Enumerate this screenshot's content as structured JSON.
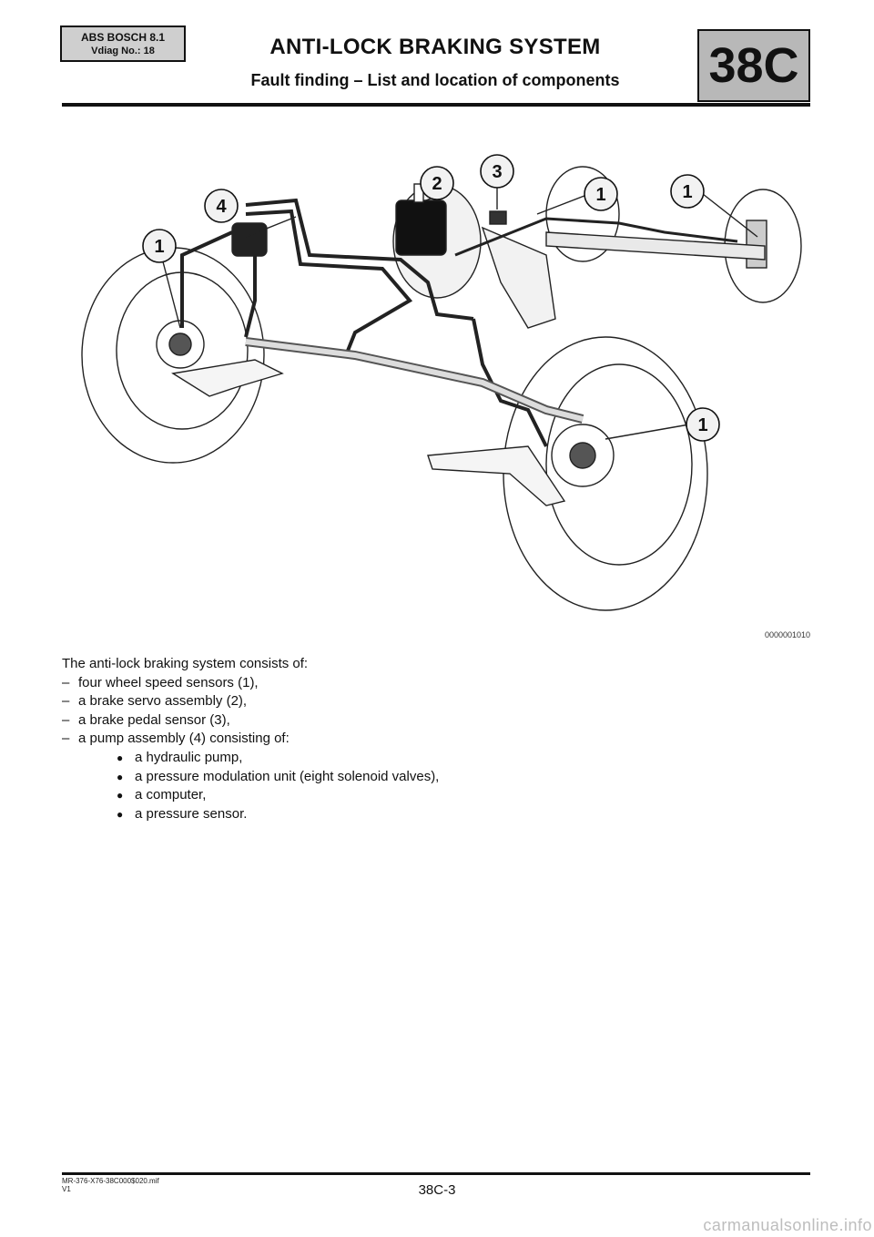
{
  "header": {
    "tag_line1": "ABS BOSCH 8.1",
    "tag_line2": "Vdiag No.: 18",
    "title": "ANTI-LOCK BRAKING SYSTEM",
    "subtitle": "Fault finding – List and location of components",
    "section_code": "38C"
  },
  "figure": {
    "callouts": [
      "4",
      "2",
      "3",
      "1",
      "1",
      "1",
      "1"
    ],
    "image_id": "0000001010"
  },
  "body": {
    "intro": "The anti-lock braking system consists of:",
    "items": [
      "four wheel speed sensors (1),",
      "a brake servo assembly (2),",
      "a brake pedal sensor (3),",
      "a pump assembly (4) consisting of:"
    ],
    "sub_items": [
      "a hydraulic pump,",
      "a pressure modulation unit (eight solenoid valves),",
      "a computer,",
      "a pressure sensor."
    ]
  },
  "footer": {
    "ref_line1": "MR-376-X76-38C000$020.mif",
    "ref_line2": "V1",
    "page": "38C-3",
    "watermark": "carmanualsonline.info"
  }
}
